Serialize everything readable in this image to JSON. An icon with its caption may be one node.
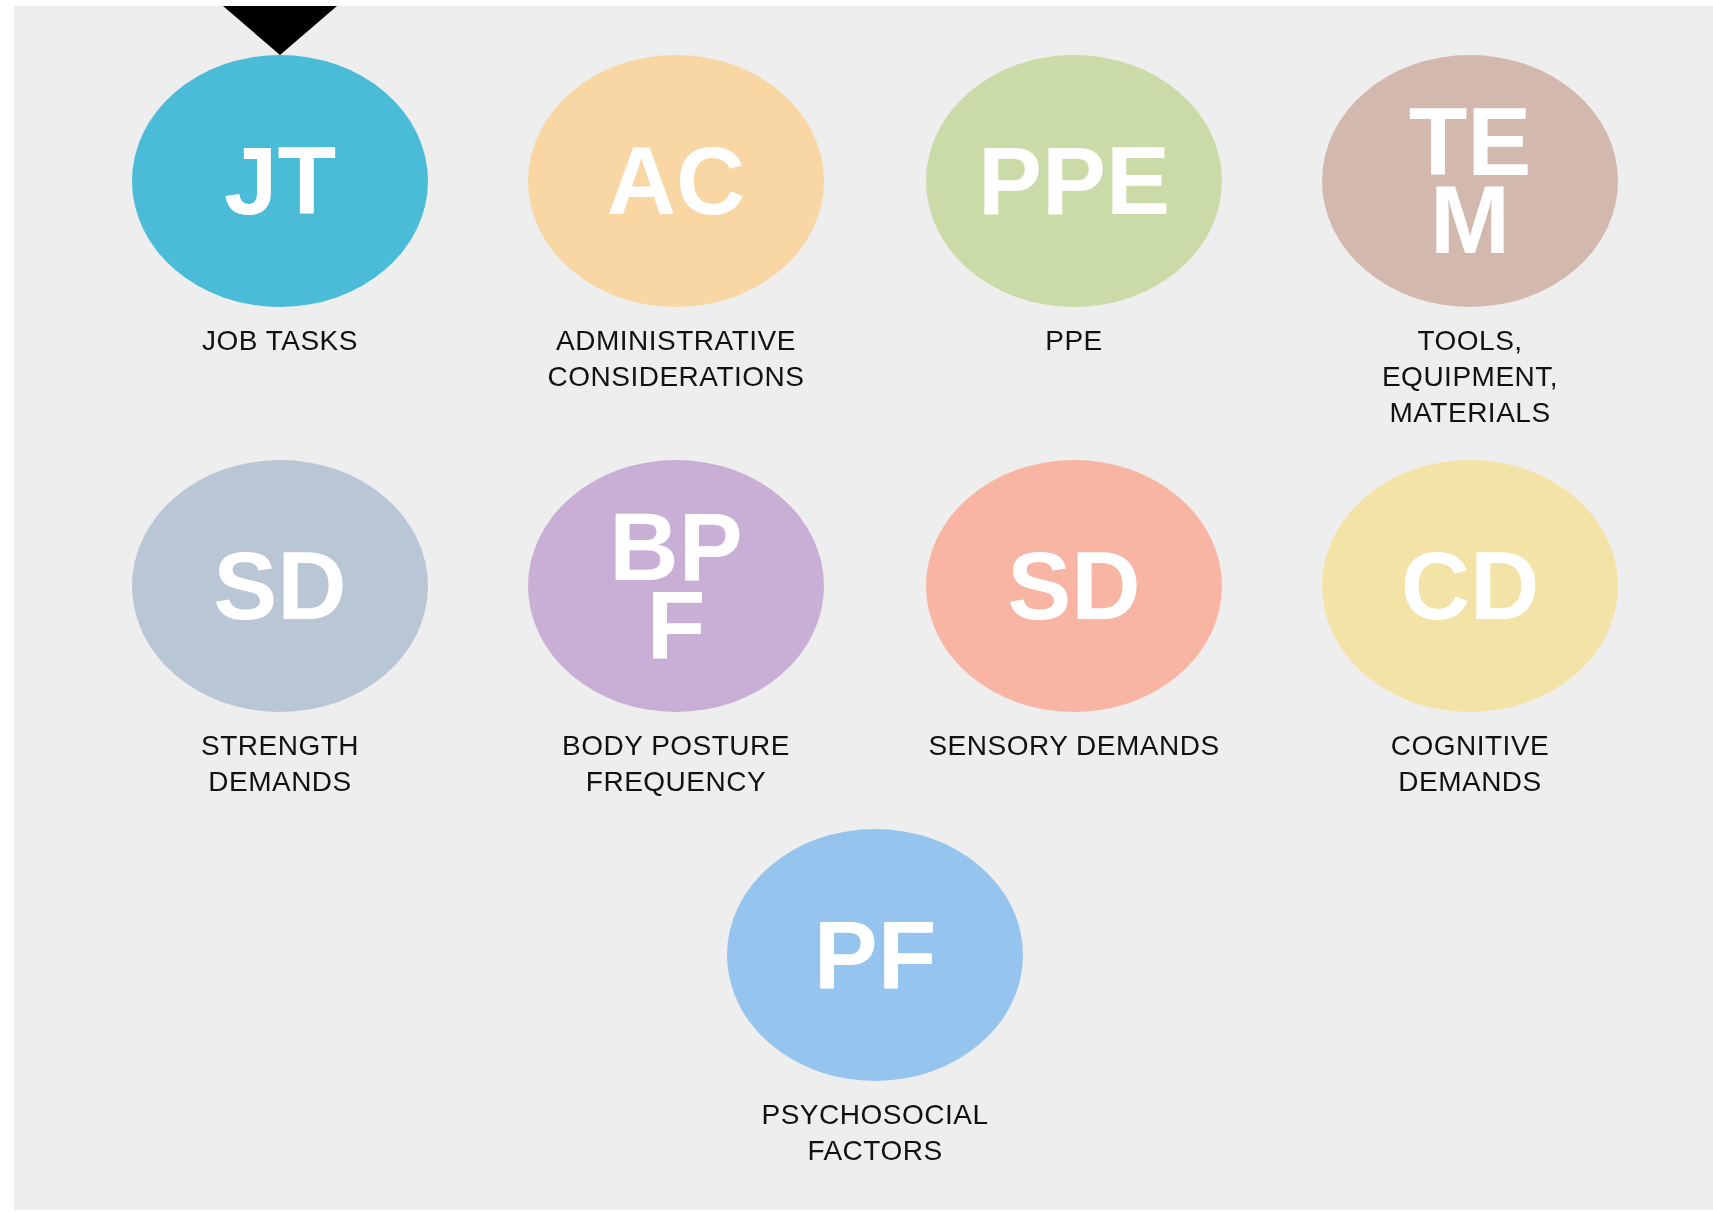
{
  "diagram": {
    "nodes": [
      {
        "text": [
          "JT",
          "JOB TASKS"
        ]
      },
      {
        "text": [
          "AC",
          "ADMINISTRATIVE CONSIDERATIONS"
        ]
      },
      {
        "text": [
          "PPE",
          "PPE"
        ]
      },
      {
        "text": [
          "TE M",
          "TOOLS, EQUIPMENT, MATERIALS"
        ]
      },
      {
        "text": [
          "SD",
          "STRENGTH DEMANDS"
        ]
      },
      {
        "text": [
          "BP F",
          "BODY POSTURE FREQUENCY"
        ]
      },
      {
        "text": [
          "SD",
          "SENSORY DEMANDS"
        ]
      },
      {
        "text": [
          "CD",
          "COGNITIVE DEMANDS"
        ]
      },
      {
        "text": [
          "PF",
          "PSYCHOSOCIAL FACTORS"
        ]
      }
    ]
  }
}
